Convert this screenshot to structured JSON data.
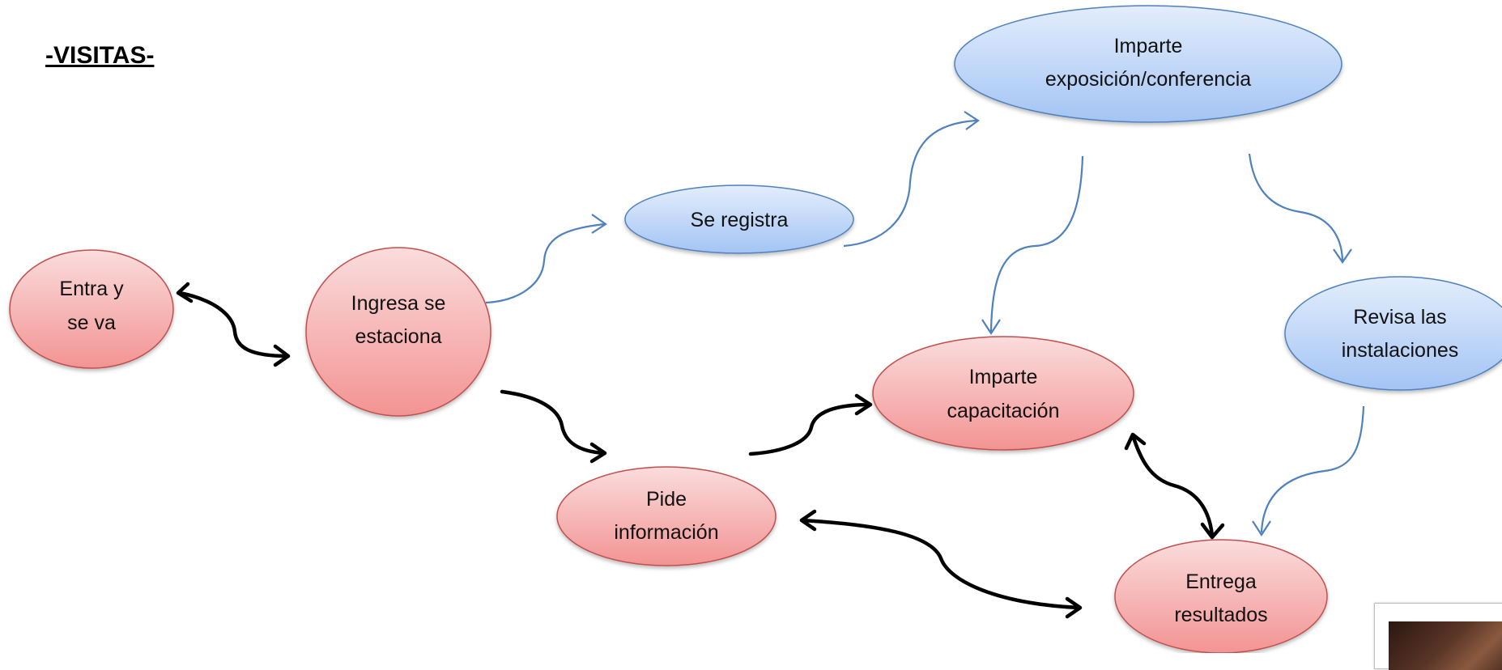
{
  "title": "-VISITAS-",
  "colors": {
    "red_fill_top": "#f9d6d6",
    "red_fill_bottom": "#f49a9a",
    "red_stroke": "#c0504d",
    "blue_fill_top": "#dde9fb",
    "blue_fill_bottom": "#a8c8f5",
    "blue_stroke": "#4f81bd",
    "blue_arrow": "#4f81bd",
    "black_arrow": "#000000"
  },
  "nodes": {
    "entra": {
      "line1": "Entra y",
      "line2": "se va"
    },
    "ingresa": {
      "line1": "Ingresa se",
      "line2": "estaciona"
    },
    "registra": {
      "line1": "Se registra"
    },
    "expo": {
      "line1": "Imparte",
      "line2": "exposición/conferencia"
    },
    "pide": {
      "line1": "Pide",
      "line2": "información"
    },
    "capacitacion": {
      "line1": "Imparte",
      "line2": "capacitación"
    },
    "revisa": {
      "line1": "Revisa las",
      "line2": "instalaciones"
    },
    "entrega": {
      "line1": "Entrega",
      "line2": "resultados"
    }
  },
  "thumbnail": {
    "icon": "photo-thumbnail"
  }
}
